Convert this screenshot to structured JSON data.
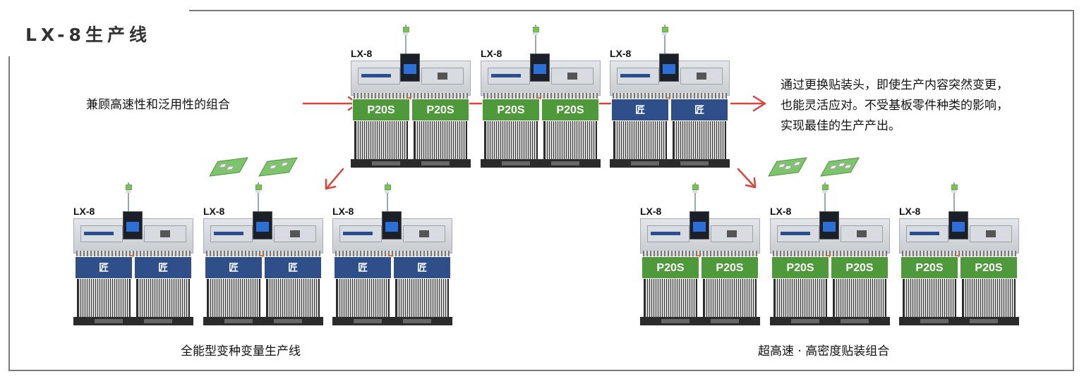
{
  "page": {
    "title": "LX-8生产线",
    "middle_caption": "兼顾高速性和泛用性的组合",
    "description_lines": [
      "通过更换贴装头，即使生产内容突然变更，",
      "也能灵活应对。不受基板零件种类的影响，",
      "实现最佳的生产产出。"
    ],
    "left_bottom_caption": "全能型变种变量生产线",
    "right_bottom_caption": "超高速 · 高密度贴装组合"
  },
  "machines": {
    "top": [
      {
        "label": "LX-8",
        "heads": [
          "P20S",
          "P20S"
        ]
      },
      {
        "label": "LX-8",
        "heads": [
          "P20S",
          "P20S"
        ]
      },
      {
        "label": "LX-8",
        "heads": [
          "匠",
          "匠"
        ]
      }
    ],
    "bottom_left": [
      {
        "label": "LX-8",
        "heads": [
          "匠",
          "匠"
        ]
      },
      {
        "label": "LX-8",
        "heads": [
          "匠",
          "匠"
        ]
      },
      {
        "label": "LX-8",
        "heads": [
          "匠",
          "匠"
        ]
      }
    ],
    "bottom_right": [
      {
        "label": "LX-8",
        "heads": [
          "P20S",
          "P20S"
        ]
      },
      {
        "label": "LX-8",
        "heads": [
          "P20S",
          "P20S"
        ]
      },
      {
        "label": "LX-8",
        "heads": [
          "P20S",
          "P20S"
        ]
      }
    ]
  },
  "colors": {
    "p20s_head": "#4e9a3a",
    "takumi_head": "#2f4f8a",
    "arrow": "#d9453a",
    "frame": "#7a7a7a"
  }
}
